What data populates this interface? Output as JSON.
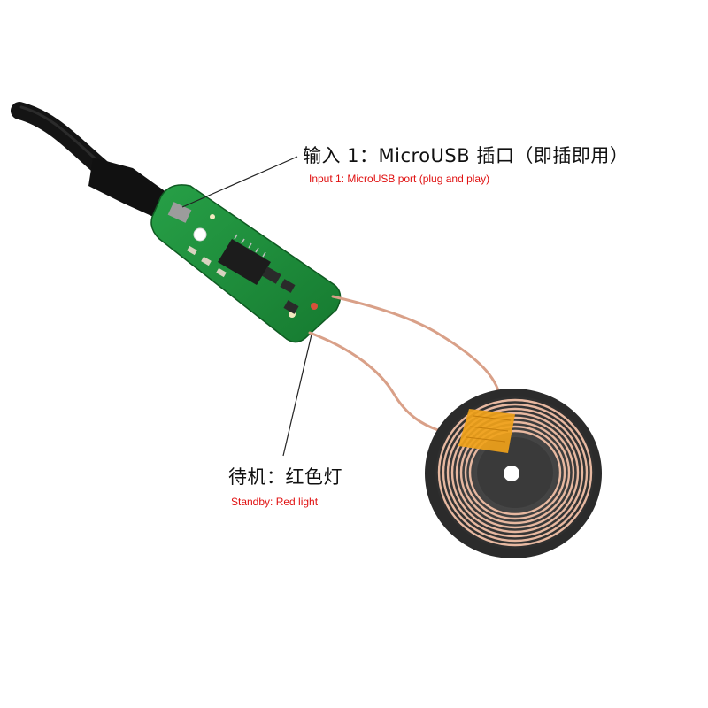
{
  "annotations": {
    "input": {
      "title_cn": "输入 1：MicroUSB 插口（即插即用）",
      "title_en": "Input 1: MicroUSB port (plug and play)"
    },
    "standby": {
      "title_cn": "待机：红色灯",
      "title_en": "Standby: Red light"
    }
  },
  "colors": {
    "pcb": "#1f8a3c",
    "coil_copper": "#e7b8a0",
    "coil_ferrite": "#3f3f3f",
    "flex_tape": "#f0a21a",
    "cable": "#1a1a1a",
    "label_en": "#e01010"
  }
}
